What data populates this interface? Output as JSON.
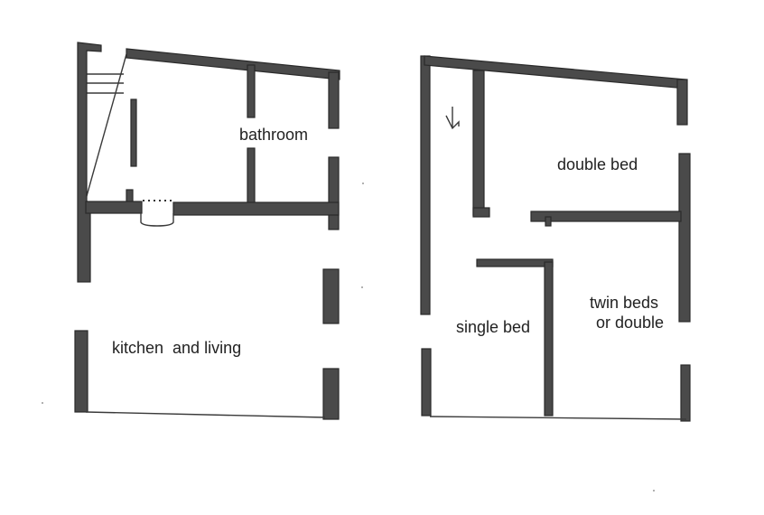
{
  "ground_floor": {
    "rooms": {
      "bathroom": "bathroom",
      "kitchen_living": "kitchen  and living"
    }
  },
  "upper_floor": {
    "rooms": {
      "double_bed": "double bed",
      "single_bed": "single bed",
      "twin_beds_line1": "twin beds",
      "twin_beds_line2": "or double"
    }
  },
  "colors": {
    "wall": "#4a4a4a",
    "text": "#222222",
    "background": "#ffffff"
  }
}
